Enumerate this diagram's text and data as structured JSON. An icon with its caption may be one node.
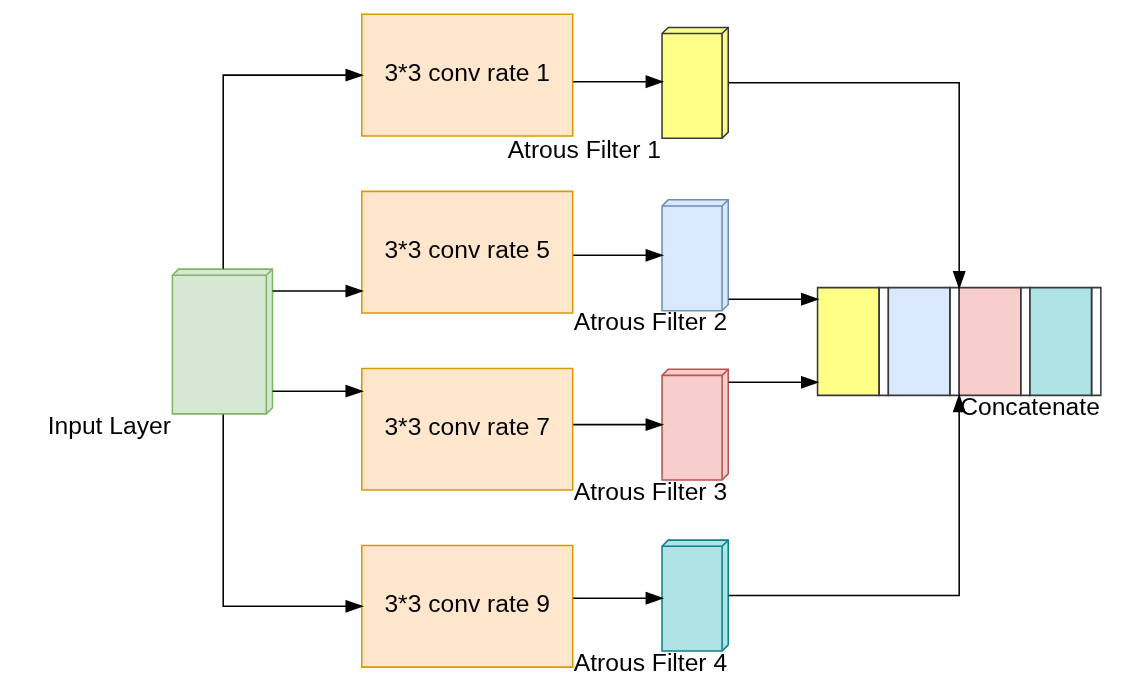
{
  "diagram": {
    "nodes": [
      {
        "text": [],
        "shape": "box",
        "beside": [
          "Input Layer"
        ]
      },
      {
        "text": [
          "3*3 conv rate 1"
        ]
      },
      {
        "text": [
          "3*3 conv rate 5"
        ]
      },
      {
        "text": [
          "3*3 conv rate 7"
        ]
      },
      {
        "text": [
          "3*3 conv rate 9"
        ]
      },
      {
        "text": [],
        "shape": "box",
        "beside": [
          "Atrous Filter 1"
        ]
      },
      {
        "text": [],
        "shape": "box",
        "beside": [
          "Atrous Filter 2"
        ]
      },
      {
        "text": [],
        "shape": "box",
        "beside": [
          "Atrous Filter 3"
        ]
      },
      {
        "text": [],
        "shape": "box",
        "beside": [
          "Atrous Filter 4"
        ]
      },
      {
        "text": [],
        "shape": "box",
        "beside": [
          "Concatenate"
        ]
      }
    ],
    "edges": [
      {
        "from": 0,
        "to": 1,
        "arrow": "to"
      },
      {
        "from": 0,
        "to": 2,
        "arrow": "to"
      },
      {
        "from": 0,
        "to": 3,
        "arrow": "to"
      },
      {
        "from": 0,
        "to": 4,
        "arrow": "to"
      },
      {
        "from": 1,
        "to": 5,
        "arrow": "to"
      },
      {
        "from": 2,
        "to": 6,
        "arrow": "to"
      },
      {
        "from": 3,
        "to": 7,
        "arrow": "to"
      },
      {
        "from": 4,
        "to": 8,
        "arrow": "to"
      },
      {
        "from": 5,
        "to": 9,
        "arrow": "to"
      },
      {
        "from": 6,
        "to": 9,
        "arrow": "to"
      },
      {
        "from": 7,
        "to": 9,
        "arrow": "to"
      },
      {
        "from": 8,
        "to": 9,
        "arrow": "to"
      }
    ]
  }
}
